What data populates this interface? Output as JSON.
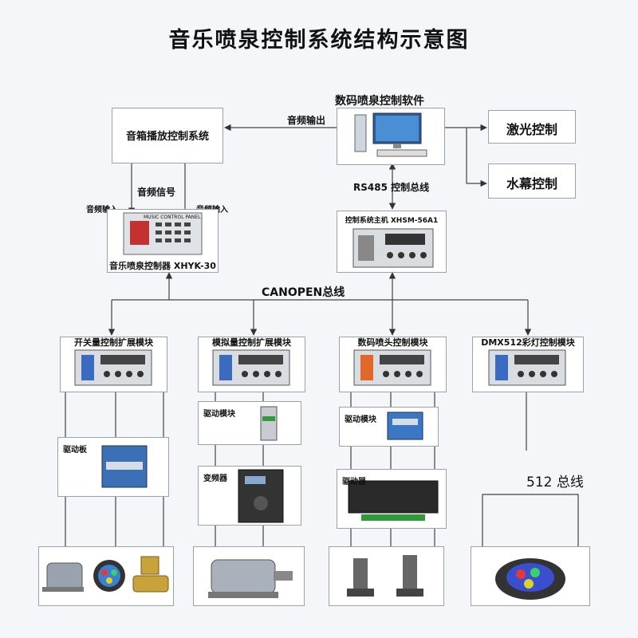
{
  "title": "音乐喷泉控制系统结构示意图",
  "top": {
    "software": "数码喷泉控制软件",
    "audio_system": "音箱播放控制系统",
    "audio_output": "音频输出",
    "laser": "激光控制",
    "water_curtain": "水幕控制",
    "rs485": "RS485 控制总线",
    "audio_signal": "音频信号",
    "audio_in_left": "音频输入",
    "audio_in_right": "音频输入",
    "panel_text": "MUSIC CONTROL PANEL",
    "controller": "音乐喷泉控制器 XHYK-30",
    "host": "控制系统主机  XHSM-56A1"
  },
  "bus": {
    "canopen": "CANOPEN总线",
    "dmx_bus": "512 总线"
  },
  "modules": [
    {
      "title": "开关量控制扩展模块",
      "driver": "驱动板",
      "driver2": ""
    },
    {
      "title": "模拟量控制扩展模块",
      "driver": "驱动模块",
      "driver2": "变频器"
    },
    {
      "title": "数码喷头控制模块",
      "driver": "驱动模块",
      "driver2": "驱动器"
    },
    {
      "title": "DMX512彩灯控制模块",
      "driver": "",
      "driver2": ""
    }
  ],
  "devices": [
    "motor-icon",
    "rgb-light-icon",
    "solenoid-valve-icon",
    "motor-icon",
    "nozzle-icon",
    "rgb-light-icon"
  ]
}
